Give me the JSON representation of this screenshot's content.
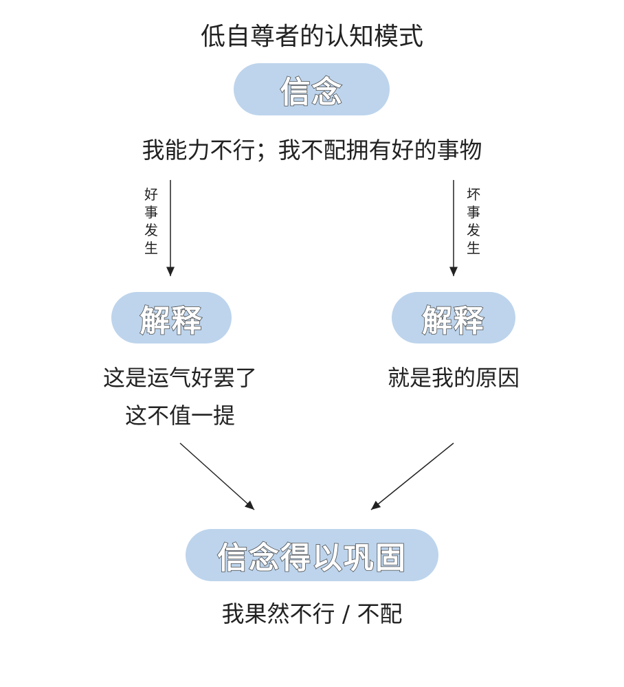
{
  "title": "低自尊者的认知模式",
  "belief": {
    "label": "信念",
    "text": "我能力不行；我不配拥有好的事物"
  },
  "left": {
    "trigger": "好事发生",
    "label": "解释",
    "line1": "这是运气好罢了",
    "line2": "这不值一提"
  },
  "right": {
    "trigger": "坏事发生",
    "label": "解释",
    "line1": "就是我的原因"
  },
  "result": {
    "label": "信念得以巩固",
    "text": "我果然不行 / 不配"
  },
  "colors": {
    "pill": "#bdd4ec",
    "text": "#222222"
  }
}
